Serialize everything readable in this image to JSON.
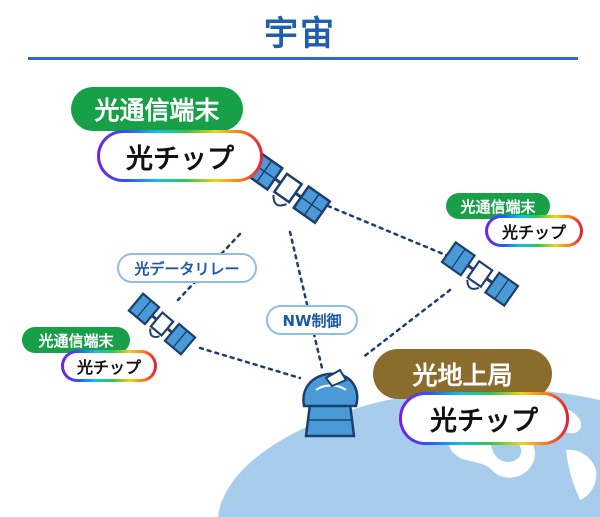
{
  "title": "宇宙",
  "satellites": [
    {
      "terminal_label": "光通信端末",
      "chip_label": "光チップ"
    },
    {
      "terminal_label": "光通信端末",
      "chip_label": "光チップ"
    },
    {
      "terminal_label": "光通信端末",
      "chip_label": "光チップ"
    }
  ],
  "ground_station": {
    "label": "光地上局",
    "chip_label": "光チップ"
  },
  "links": {
    "relay_label": "光データリレー",
    "network_control_label": "NW制御"
  },
  "colors": {
    "title": "#1f5fae",
    "terminal_badge": "#17a048",
    "ground_badge": "#8a6d2c",
    "earth": "#a8cdec",
    "link_label": "#1c5aa8"
  }
}
